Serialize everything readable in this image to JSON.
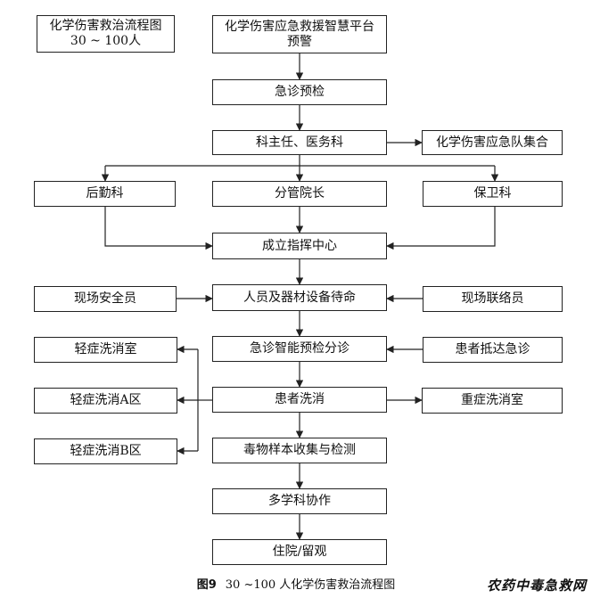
{
  "title_box": {
    "line1": "化学伤害救治流程图",
    "line2": "30 ~ 100人"
  },
  "nodes": {
    "warning": {
      "line1": "化学伤害应急救援智慧平台",
      "line2": "预警"
    },
    "triage": "急诊预检",
    "dept": "科主任、医务科",
    "team": "化学伤害应急队集合",
    "logistics": "后勤科",
    "dean": "分管院长",
    "security": "保卫科",
    "command": "成立指挥中心",
    "safety": "现场安全员",
    "standby": "人员及器材设备待命",
    "liaison": "现场联络员",
    "smart": "急诊智能预检分诊",
    "arrive": "患者抵达急诊",
    "light_room": "轻症洗消室",
    "wash": "患者洗消",
    "severe": "重症洗消室",
    "light_a": "轻症洗消A区",
    "light_b": "轻症洗消B区",
    "sample": "毒物样本收集与检测",
    "mdt": "多学科协作",
    "admit": "住院/留观"
  },
  "caption": {
    "label": "图9",
    "text": "30 ~100 人化学伤害救治流程图"
  },
  "watermark": "农药中毒急救网"
}
